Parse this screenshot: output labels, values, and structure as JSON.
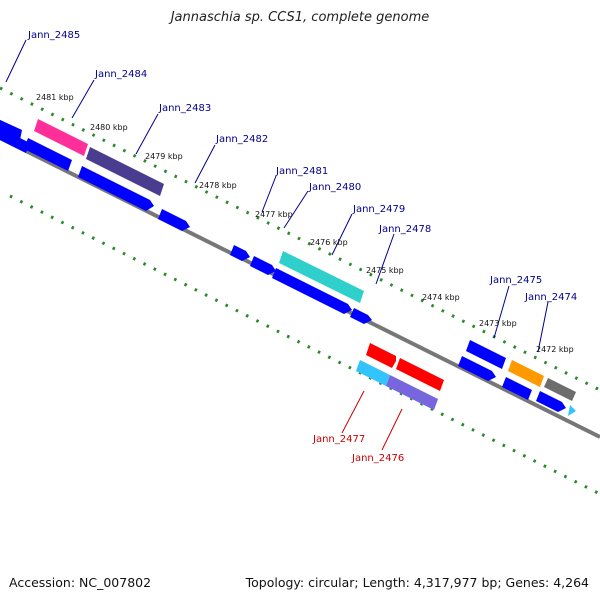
{
  "title": "Jannaschia sp. CCS1, complete genome",
  "footer": {
    "accession": "Accession: NC_007802",
    "summary": "Topology: circular; Length: 4,317,977 bp; Genes: 4,264"
  },
  "colors": {
    "gene_default": "#0000ff",
    "gene_pink": "#ff2f9a",
    "gene_darkpurple": "#4a3d8f",
    "gene_cyan": "#2fd0cc",
    "gene_red": "#ff0000",
    "gene_lightblue": "#33c3ff",
    "gene_mediumpurple": "#7766dd",
    "gene_orange": "#ff9900",
    "gene_gray": "#6d6d6d",
    "backbone": "#777777",
    "tick": "#2a8a2a",
    "label_forward": "#00008b",
    "label_reverse": "#cc0000",
    "kbp_label": "#111111"
  },
  "kbp_labels": [
    "2481 kbp",
    "2480 kbp",
    "2479 kbp",
    "2478 kbp",
    "2477 kbp",
    "2476 kbp",
    "2475 kbp",
    "2474 kbp",
    "2473 kbp",
    "2472 kbp"
  ],
  "gene_labels_forward": [
    "Jann_2485",
    "Jann_2484",
    "Jann_2483",
    "Jann_2482",
    "Jann_2481",
    "Jann_2480",
    "Jann_2479",
    "Jann_2478",
    "Jann_2475",
    "Jann_2474"
  ],
  "gene_labels_reverse": [
    "Jann_2477",
    "Jann_2476"
  ]
}
